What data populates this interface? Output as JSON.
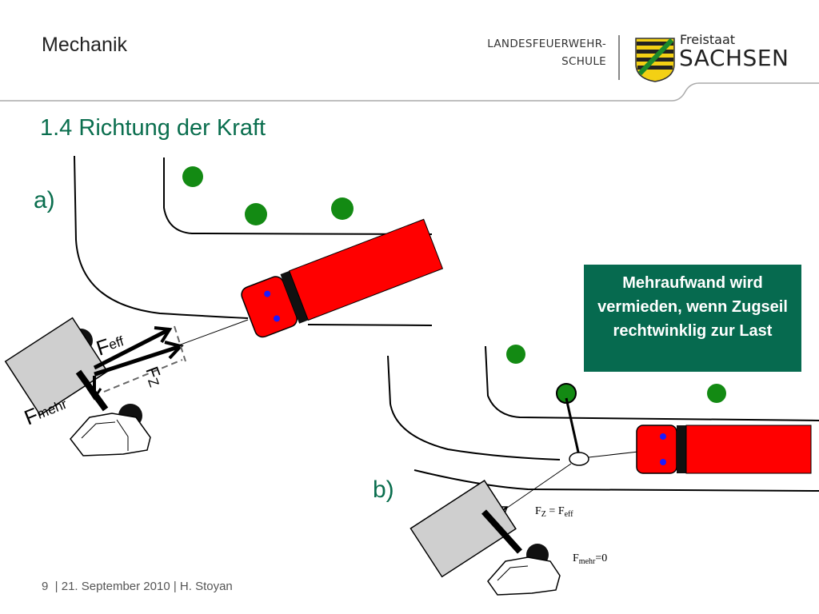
{
  "header": {
    "title": "Mechanik",
    "logo_line1": "LANDESFEUERWEHR-",
    "logo_line2": "SCHULE",
    "logo_freistaat": "Freistaat",
    "logo_sachsen": "SACHSEN"
  },
  "slide": {
    "title": "1.4 Richtung der Kraft",
    "label_a": "a)",
    "label_b": "b)",
    "note": "Mehraufwand wird vermieden, wenn Zugseil rechtwinklig zur Last"
  },
  "diagram_a": {
    "f_eff_base": "F",
    "f_eff_sub": "eff",
    "f_z_base": "F",
    "f_z_sub": "Z",
    "f_mehr_base": "F",
    "f_mehr_sub": "mehr"
  },
  "diagram_b": {
    "fz_base": "F",
    "fz_sub": "Z",
    "equals": " = ",
    "feff_base": "F",
    "feff_sub": "eff",
    "fmehr_base": "F",
    "fmehr_sub": "mehr",
    "fmehr_value": "=0"
  },
  "footer": {
    "page": "9",
    "text": "  | 21. September 2010 | H. Stoyan"
  },
  "colors": {
    "accent_green": "#0a6e4e",
    "box_green": "#066a4f",
    "truck_red": "#ff0000",
    "tree_green": "#138a13",
    "tank_gray": "#c8c8c8"
  }
}
